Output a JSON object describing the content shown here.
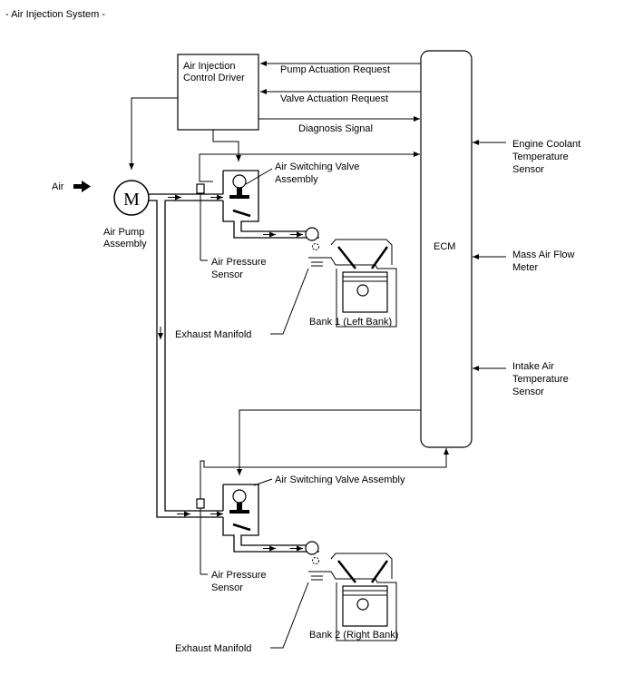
{
  "title": "- Air Injection System -",
  "labels": {
    "air": "Air",
    "motor_symbol": "M",
    "air_pump_line1": "Air Pump",
    "air_pump_line2": "Assembly",
    "driver_line1": "Air Injection",
    "driver_line2": "Control Driver",
    "pump_actuation": "Pump Actuation Request",
    "valve_actuation": "Valve Actuation Request",
    "diagnosis": "Diagnosis Signal",
    "ecm": "ECM",
    "coolant_line1": "Engine Coolant",
    "coolant_line2": "Temperature",
    "coolant_line3": "Sensor",
    "maf_line1": "Mass Air Flow",
    "maf_line2": "Meter",
    "iat_line1": "Intake Air",
    "iat_line2": "Temperature",
    "iat_line3": "Sensor",
    "asv1_line1": "Air Switching Valve",
    "asv1_line2": "Assembly",
    "asv2": "Air Switching Valve Assembly",
    "aps1_line1": "Air Pressure",
    "aps1_line2": "Sensor",
    "aps2_line1": "Air Pressure",
    "aps2_line2": "Sensor",
    "exhaust1": "Exhaust Manifold",
    "exhaust2": "Exhaust Manifold",
    "bank1": "Bank 1 (Left Bank)",
    "bank2": "Bank 2 (Right Bank)"
  }
}
